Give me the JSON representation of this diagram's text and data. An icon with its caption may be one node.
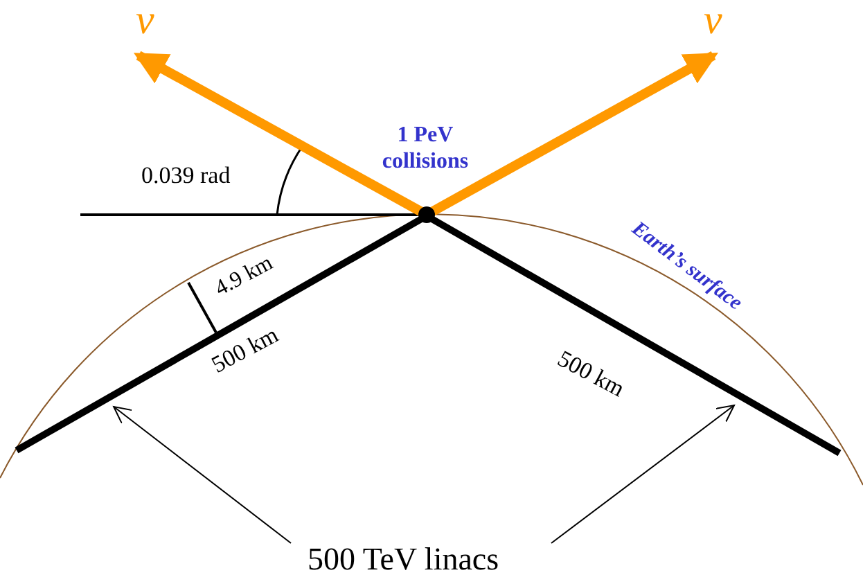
{
  "diagram": {
    "nodes": [
      {
        "text": [
          "500 TeV linacs"
        ]
      },
      {
        "text": [],
        "shape": "bar"
      },
      {
        "text": [],
        "shape": "bar"
      }
    ],
    "edges": [
      {
        "from": 0,
        "to": 1,
        "arrow": "to"
      },
      {
        "from": 0,
        "to": 2,
        "arrow": "to"
      }
    ],
    "labels": [
      "ν",
      "ν",
      "1 PeV collisions",
      "0.039 rad",
      "Earth’s surface",
      "4.9 km",
      "500 km",
      "500 km"
    ]
  }
}
